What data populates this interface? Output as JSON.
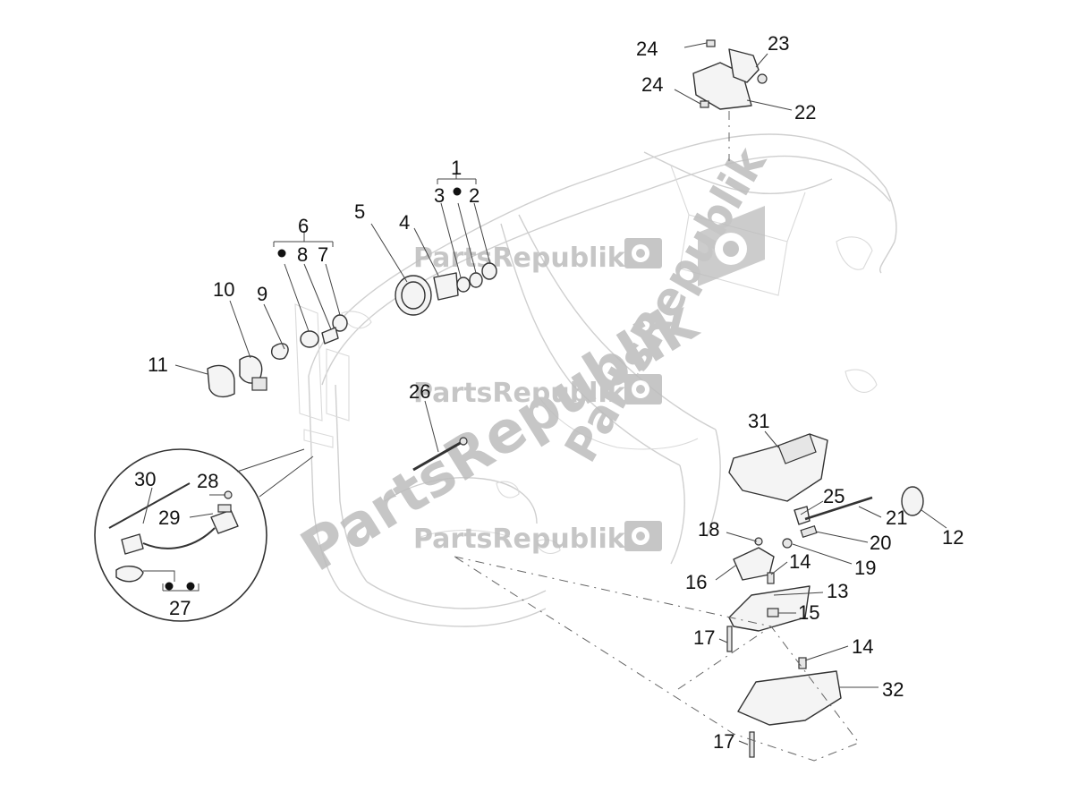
{
  "diagram": {
    "watermark_text": "PartsRepublik",
    "callouts": {
      "c1": "1",
      "c2": "2",
      "c3": "3",
      "c4": "4",
      "c5": "5",
      "c6": "6",
      "c7": "7",
      "c8": "8",
      "c9": "9",
      "c10": "10",
      "c11": "11",
      "c12": "12",
      "c13": "13",
      "c14a": "14",
      "c14b": "14",
      "c15": "15",
      "c16": "16",
      "c17a": "17",
      "c17b": "17",
      "c18": "18",
      "c19": "19",
      "c20": "20",
      "c21": "21",
      "c22": "22",
      "c23": "23",
      "c24a": "24",
      "c24b": "24",
      "c25": "25",
      "c26": "26",
      "c27": "27",
      "c28": "28",
      "c29": "29",
      "c30": "30",
      "c31": "31",
      "c32": "32"
    },
    "icons": [
      "gear-icon",
      "bullet-dot-icon"
    ]
  }
}
